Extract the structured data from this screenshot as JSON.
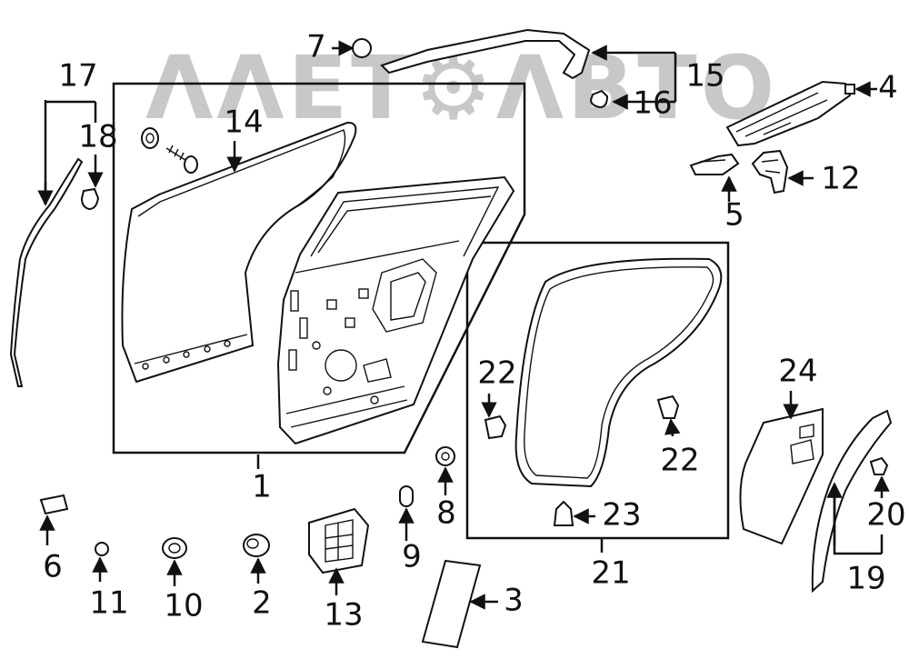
{
  "watermark": {
    "text": "ΛΛΕΤ⚙ΛΒΤΟ"
  },
  "callouts": [
    {
      "id": "1",
      "label": "1"
    },
    {
      "id": "2",
      "label": "2"
    },
    {
      "id": "3",
      "label": "3"
    },
    {
      "id": "4",
      "label": "4"
    },
    {
      "id": "5",
      "label": "5"
    },
    {
      "id": "6",
      "label": "6"
    },
    {
      "id": "7",
      "label": "7"
    },
    {
      "id": "8",
      "label": "8"
    },
    {
      "id": "9",
      "label": "9"
    },
    {
      "id": "10",
      "label": "10"
    },
    {
      "id": "11",
      "label": "11"
    },
    {
      "id": "12",
      "label": "12"
    },
    {
      "id": "13",
      "label": "13"
    },
    {
      "id": "14",
      "label": "14"
    },
    {
      "id": "15",
      "label": "15"
    },
    {
      "id": "16",
      "label": "16"
    },
    {
      "id": "17",
      "label": "17"
    },
    {
      "id": "18",
      "label": "18"
    },
    {
      "id": "19",
      "label": "19"
    },
    {
      "id": "20",
      "label": "20"
    },
    {
      "id": "21",
      "label": "21"
    },
    {
      "id": "22a",
      "label": "22"
    },
    {
      "id": "22b",
      "label": "22"
    },
    {
      "id": "23",
      "label": "23"
    },
    {
      "id": "24",
      "label": "24"
    }
  ],
  "colors": {
    "line": "#111111",
    "watermark": "#c8c8c8",
    "background": "#ffffff"
  }
}
